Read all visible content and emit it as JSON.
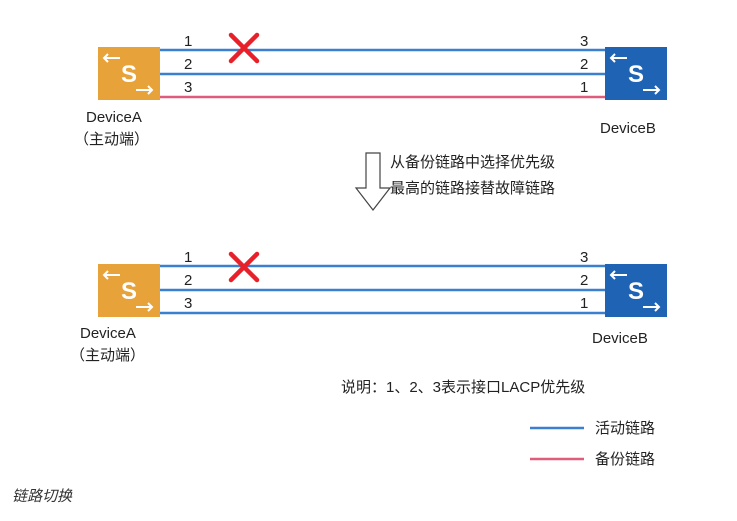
{
  "colors": {
    "active_link": "#3a7fd0",
    "backup_link": "#e05c7c",
    "fail_x": "#e8202a",
    "device_a": "#e8a23a",
    "device_b": "#1f63b4"
  },
  "top": {
    "device_a": {
      "name": "DeviceA",
      "role": "（主动端）",
      "icon": "switch-icon"
    },
    "device_b": {
      "name": "DeviceB",
      "icon": "switch-icon"
    },
    "links": [
      {
        "left": "1",
        "right": "3",
        "type": "active",
        "failed": true
      },
      {
        "left": "2",
        "right": "2",
        "type": "active",
        "failed": false
      },
      {
        "left": "3",
        "right": "1",
        "type": "backup",
        "failed": false
      }
    ]
  },
  "arrow_text": [
    "从备份链路中选择优先级",
    "最高的链路接替故障链路"
  ],
  "bottom": {
    "device_a": {
      "name": "DeviceA",
      "role": "（主动端）",
      "icon": "switch-icon"
    },
    "device_b": {
      "name": "DeviceB",
      "icon": "switch-icon"
    },
    "links": [
      {
        "left": "1",
        "right": "3",
        "type": "active",
        "failed": true
      },
      {
        "left": "2",
        "right": "2",
        "type": "active",
        "failed": false
      },
      {
        "left": "3",
        "right": "1",
        "type": "active",
        "failed": false
      }
    ]
  },
  "note": "说明：1、2、3表示接口LACP优先级",
  "legend": [
    {
      "label": "活动链路",
      "type": "active"
    },
    {
      "label": "备份链路",
      "type": "backup"
    }
  ],
  "caption": "链路切换"
}
